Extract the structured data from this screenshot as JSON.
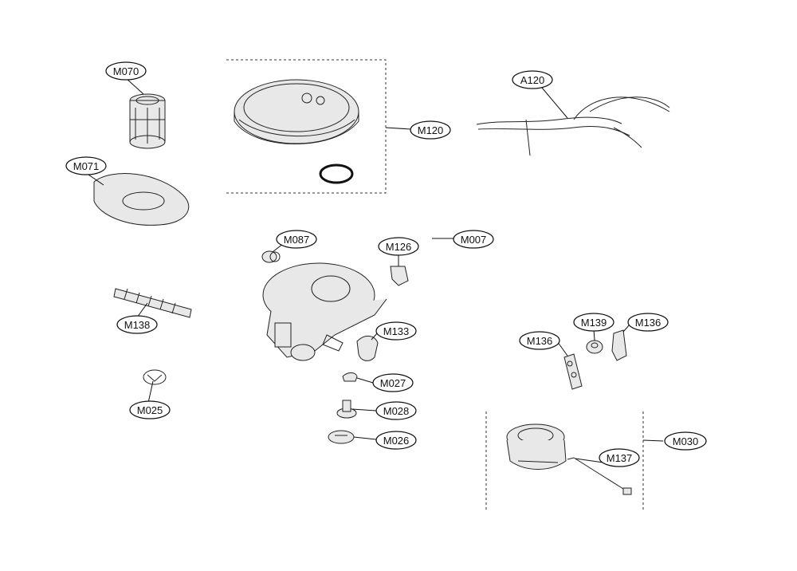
{
  "labels": {
    "m070": "M070",
    "m071": "M071",
    "m138": "M138",
    "m025": "M025",
    "m120": "M120",
    "a120": "A120",
    "m087": "M087",
    "m126": "M126",
    "m007": "M007",
    "m133": "M133",
    "m027": "M027",
    "m028": "M028",
    "m026": "M026",
    "m139": "M139",
    "m136a": "M136",
    "m136b": "M136",
    "m030": "M030",
    "m137": "M137"
  }
}
